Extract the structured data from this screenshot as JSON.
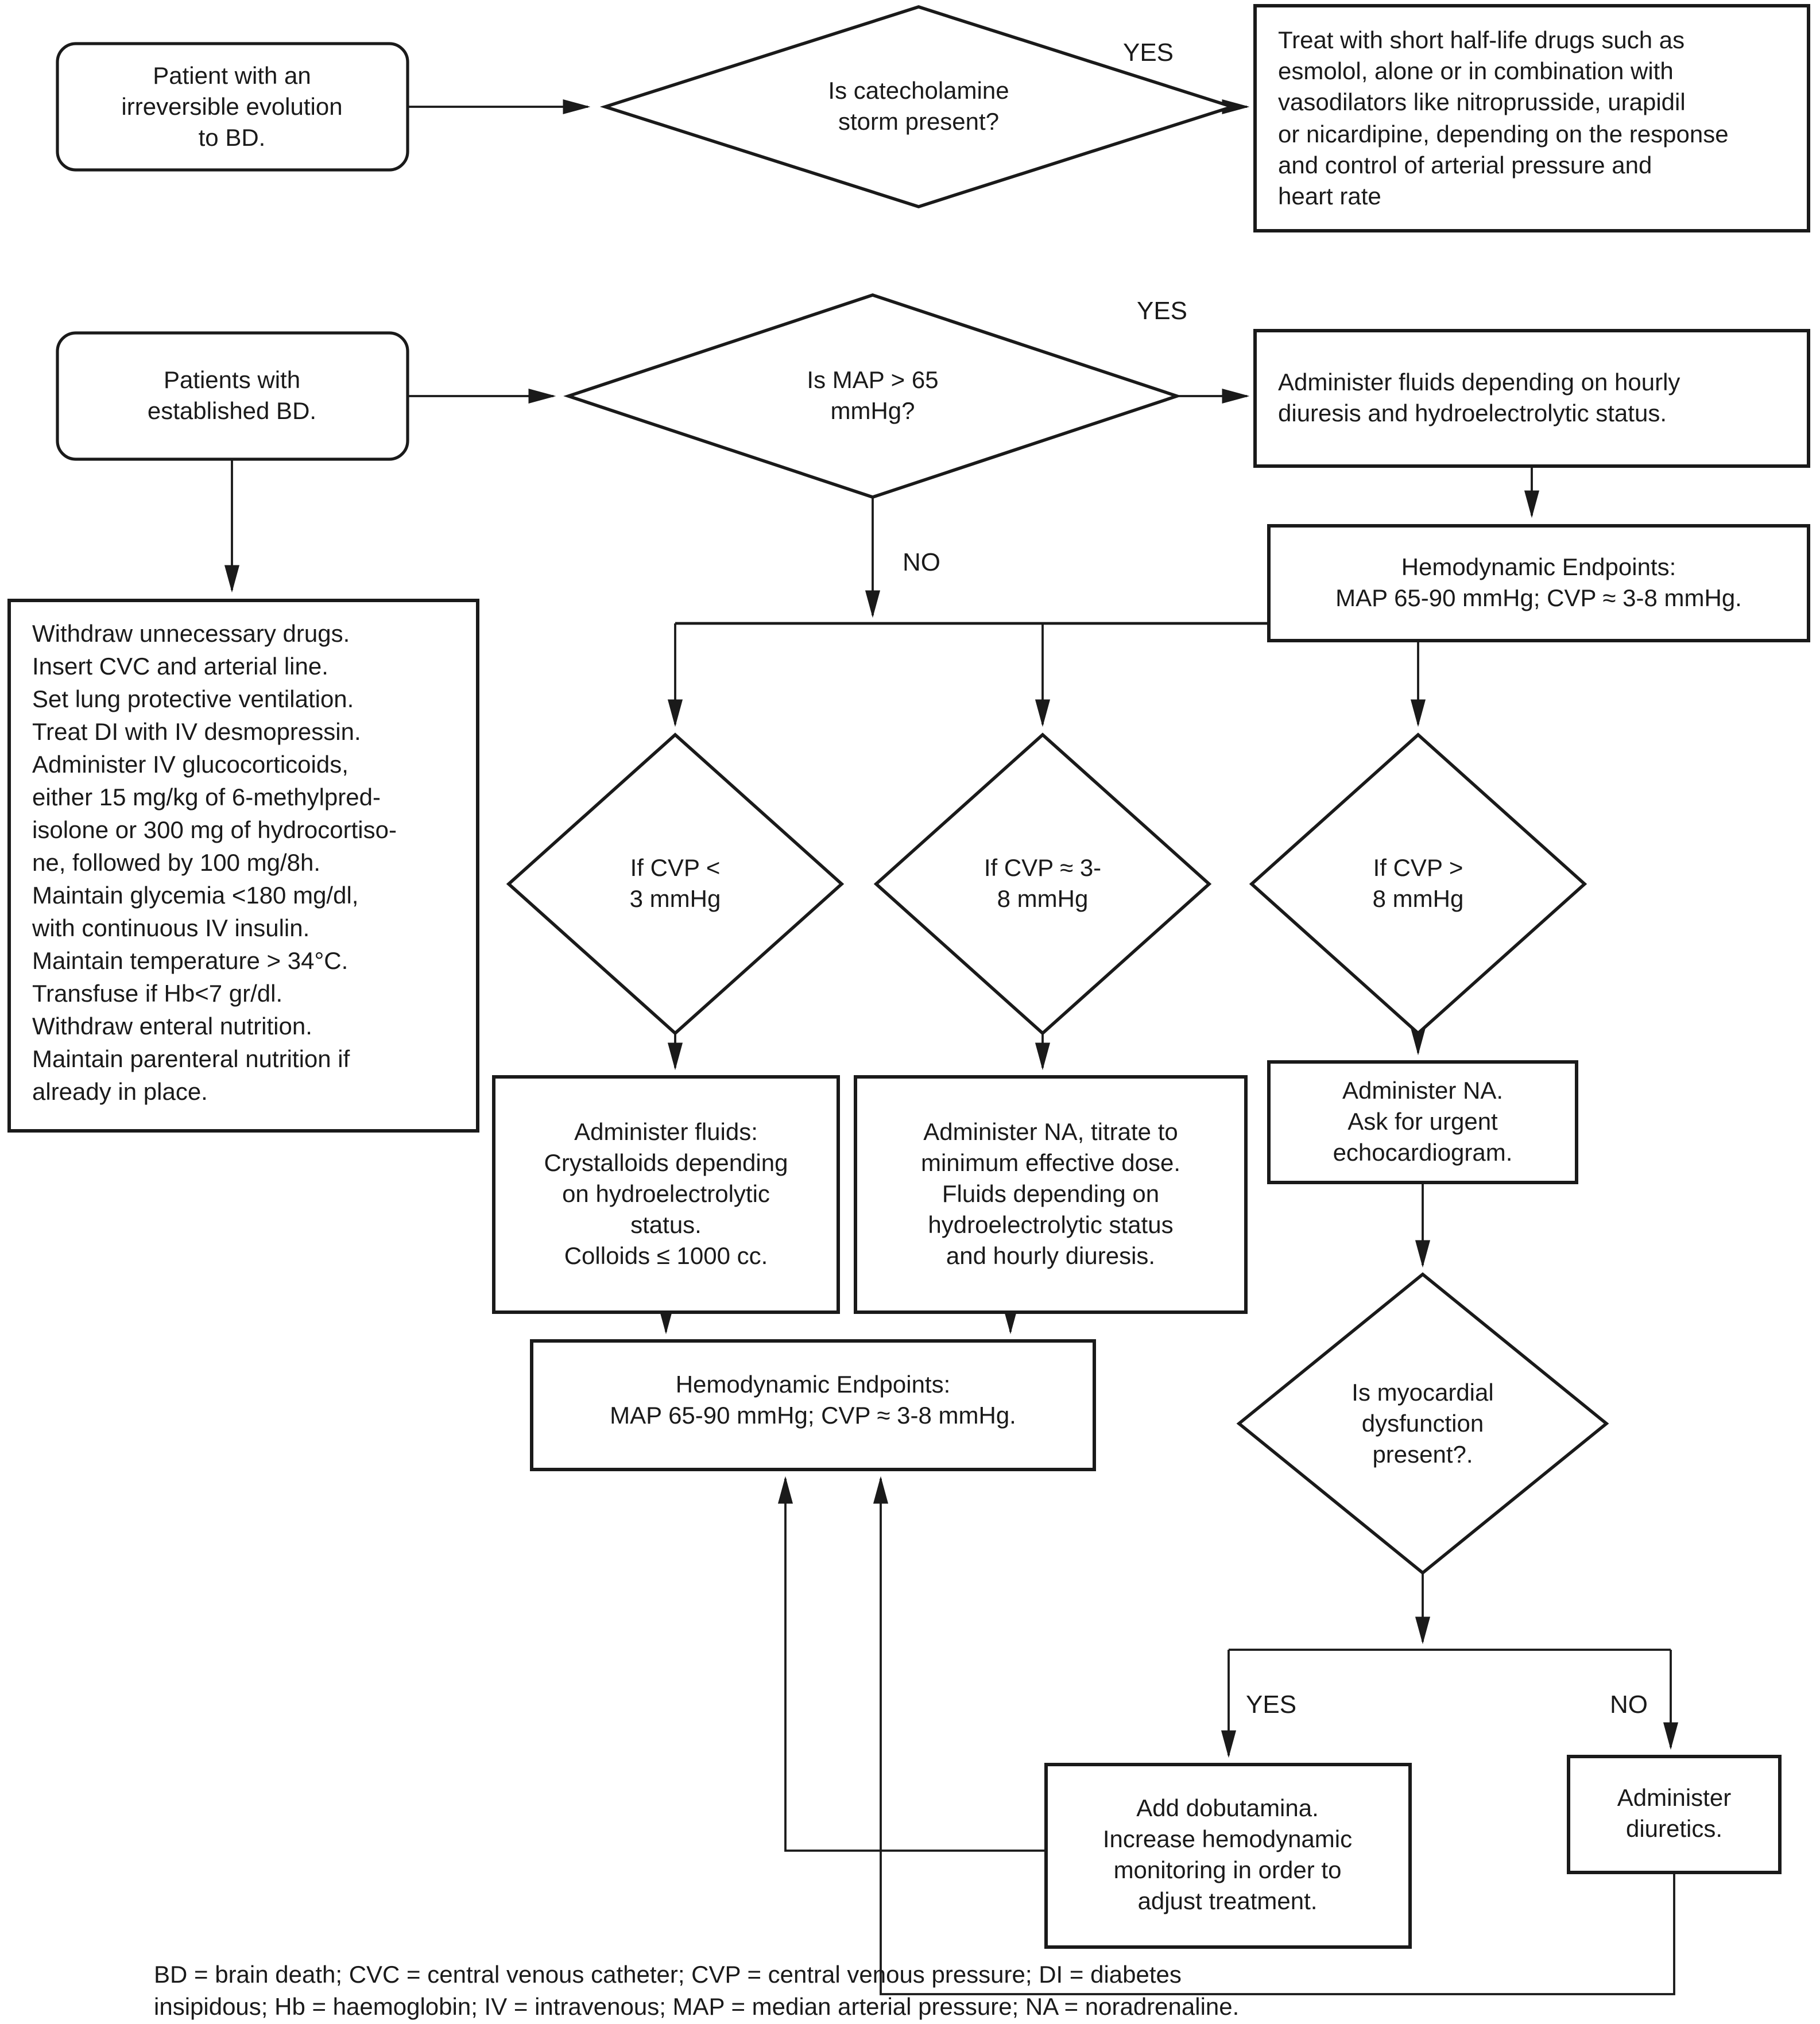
{
  "colors": {
    "stroke": "#1a1a1a",
    "background": "#ffffff"
  },
  "labels": {
    "yes_catecholamine": "YES",
    "yes_map": "YES",
    "no_map": "NO",
    "yes_myocardial": "YES",
    "no_myocardial": "NO"
  },
  "nodes": {
    "start_irreversible": {
      "lines": [
        "Patient with an",
        "irreversible evolution",
        "to BD."
      ]
    },
    "decision_catecholamine": {
      "lines": [
        "Is catecholamine",
        "storm present?"
      ]
    },
    "treat_short_half_life": {
      "lines": [
        "Treat with short half-life drugs such as",
        "esmolol, alone or in combination with",
        "vasodilators like nitroprusside, urapidil",
        "or nicardipine, depending on the response",
        "and control of arterial pressure and",
        "heart rate"
      ]
    },
    "start_established": {
      "lines": [
        "Patients with",
        "established BD."
      ]
    },
    "decision_map": {
      "lines": [
        "Is MAP > 65",
        "mmHg?"
      ]
    },
    "administer_fluids_hourly": {
      "lines": [
        "Administer fluids depending on hourly",
        "diuresis and hydroelectrolytic status."
      ]
    },
    "endpoints_right": {
      "lines": [
        "Hemodynamic Endpoints:",
        "MAP 65-90 mmHg; CVP ≈  3-8 mmHg."
      ]
    },
    "supportive_care": {
      "lines": [
        "Withdraw unnecessary drugs.",
        "Insert CVC and arterial line.",
        "Set lung protective ventilation.",
        "Treat DI with IV desmopressin.",
        "Administer IV glucocorticoids,",
        "either 15 mg/kg of 6-methylpred-",
        "isolone or 300 mg of hydrocortiso-",
        "ne, followed by 100 mg/8h.",
        "Maintain glycemia <180 mg/dl,",
        "with continuous IV insulin.",
        "Maintain temperature > 34°C.",
        "Transfuse if Hb<7 gr/dl.",
        "Withdraw enteral nutrition.",
        "Maintain parenteral nutrition if",
        "already in place."
      ]
    },
    "decision_cvp_low": {
      "lines": [
        "If CVP <",
        "3 mmHg"
      ]
    },
    "decision_cvp_mid": {
      "lines": [
        "If CVP ≈ 3-",
        "8 mmHg"
      ]
    },
    "decision_cvp_high": {
      "lines": [
        "If CVP >",
        "8 mmHg"
      ]
    },
    "administer_crystalloids": {
      "lines": [
        "Administer fluids:",
        "Crystalloids depending",
        "on hydroelectrolytic",
        "status.",
        "Colloids ≤ 1000 cc."
      ]
    },
    "administer_na_titrate": {
      "lines": [
        "Administer NA, titrate to",
        "minimum effective dose.",
        "Fluids depending on",
        "hydroelectrolytic status",
        "and hourly diuresis."
      ]
    },
    "administer_na_echo": {
      "lines": [
        "Administer NA.",
        "Ask for urgent",
        "echocardiogram."
      ]
    },
    "endpoints_central": {
      "lines": [
        "Hemodynamic Endpoints:",
        "MAP 65-90 mmHg; CVP ≈  3-8 mmHg."
      ]
    },
    "decision_myocardial": {
      "lines": [
        "Is myocardial",
        "dysfunction",
        "present?."
      ]
    },
    "add_dobutamina": {
      "lines": [
        "Add dobutamina.",
        "Increase hemodynamic",
        "monitoring in order to",
        "adjust treatment."
      ]
    },
    "administer_diuretics": {
      "lines": [
        "Administer",
        "diuretics."
      ]
    }
  },
  "legend": {
    "lines": [
      "BD = brain death; CVC = central venous catheter; CVP = central venous pressure; DI = diabetes",
      "insipidous; Hb = haemoglobin; IV = intravenous; MAP = median arterial pressure; NA = noradrenaline."
    ]
  }
}
